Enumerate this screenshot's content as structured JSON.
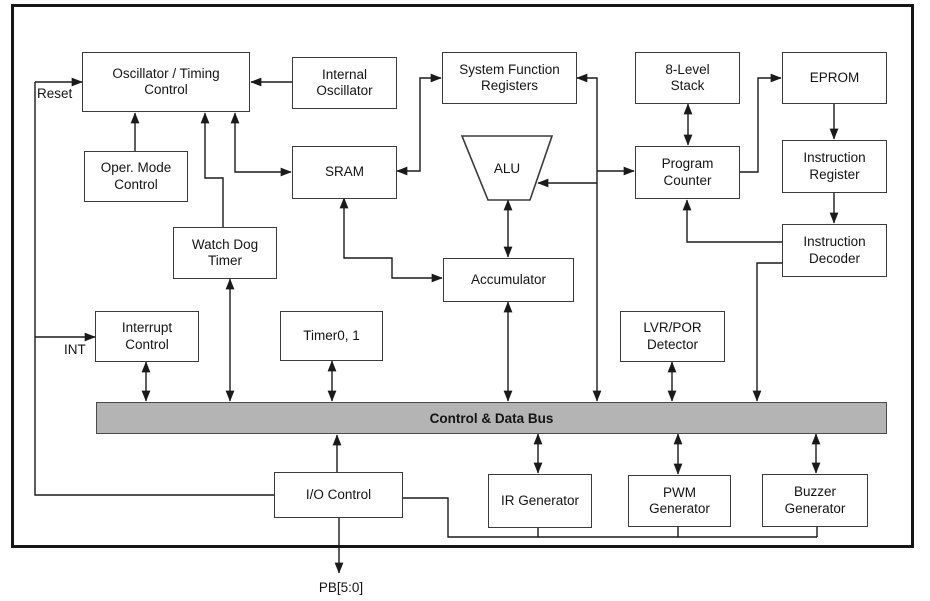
{
  "diagram": {
    "type": "mcu-block-diagram"
  },
  "colors": {
    "background": "#ffffff",
    "line": "#1a1a1a",
    "box_border": "#3a3a3a",
    "bus_fill": "#b4b4b4",
    "text": "#141414"
  },
  "blocks": {
    "oscillator_timing_control": "Oscillator / Timing\nControl",
    "internal_oscillator": "Internal\nOscillator",
    "system_function_registers": "System Function\nRegisters",
    "eight_level_stack": "8-Level\nStack",
    "eprom": "EPROM",
    "oper_mode_control": "Oper. Mode\nControl",
    "sram": "SRAM",
    "alu": "ALU",
    "program_counter": "Program\nCounter",
    "instruction_register": "Instruction\nRegister",
    "watch_dog_timer": "Watch Dog\nTimer",
    "accumulator": "Accumulator",
    "instruction_decoder": "Instruction\nDecoder",
    "interrupt_control": "Interrupt\nControl",
    "timer0_1": "Timer0, 1",
    "lvr_por_detector": "LVR/POR\nDetector",
    "control_data_bus": "Control & Data Bus",
    "io_control": "I/O Control",
    "ir_generator": "IR Generator",
    "pwm_generator": "PWM\nGenerator",
    "buzzer_generator": "Buzzer\nGenerator"
  },
  "pins": {
    "reset": "Reset",
    "int": "INT",
    "pb": "PB[5:0]"
  },
  "connections": [
    {
      "from": "reset-pin",
      "to": "oscillator_timing_control",
      "style": "arrow"
    },
    {
      "from": "internal_oscillator",
      "to": "oscillator_timing_control",
      "style": "arrow"
    },
    {
      "from": "oper_mode_control",
      "to": "oscillator_timing_control",
      "style": "arrow"
    },
    {
      "from": "watch_dog_timer",
      "to": "oscillator_timing_control",
      "style": "arrow"
    },
    {
      "from": "oscillator_timing_control",
      "to": "sram",
      "style": "bidirectional"
    },
    {
      "from": "sram",
      "to": "system_function_registers",
      "style": "bidirectional"
    },
    {
      "from": "sram",
      "to": "accumulator",
      "style": "bidirectional"
    },
    {
      "from": "system_function_registers",
      "to": "control_data_bus",
      "style": "bidirectional-trunk"
    },
    {
      "from": "trunk",
      "to": "program_counter",
      "style": "arrow"
    },
    {
      "from": "trunk",
      "to": "alu",
      "style": "arrow"
    },
    {
      "from": "eight_level_stack",
      "to": "program_counter",
      "style": "bidirectional"
    },
    {
      "from": "program_counter",
      "to": "eprom",
      "style": "arrow"
    },
    {
      "from": "eprom",
      "to": "instruction_register",
      "style": "arrow"
    },
    {
      "from": "instruction_register",
      "to": "instruction_decoder",
      "style": "arrow"
    },
    {
      "from": "instruction_decoder",
      "to": "program_counter",
      "style": "arrow"
    },
    {
      "from": "instruction_decoder",
      "to": "control_data_bus",
      "style": "arrow"
    },
    {
      "from": "alu",
      "to": "accumulator",
      "style": "bidirectional"
    },
    {
      "from": "accumulator",
      "to": "control_data_bus",
      "style": "bidirectional"
    },
    {
      "from": "interrupt_control",
      "to": "control_data_bus",
      "style": "bidirectional"
    },
    {
      "from": "int-pin",
      "to": "interrupt_control",
      "style": "arrow"
    },
    {
      "from": "watch_dog_timer",
      "to": "control_data_bus",
      "style": "bidirectional"
    },
    {
      "from": "timer0_1",
      "to": "control_data_bus",
      "style": "bidirectional"
    },
    {
      "from": "lvr_por_detector",
      "to": "control_data_bus",
      "style": "bidirectional"
    },
    {
      "from": "io_control",
      "to": "control_data_bus",
      "style": "arrow"
    },
    {
      "from": "control_data_bus",
      "to": "ir_generator",
      "style": "bidirectional"
    },
    {
      "from": "control_data_bus",
      "to": "pwm_generator",
      "style": "bidirectional"
    },
    {
      "from": "control_data_bus",
      "to": "buzzer_generator",
      "style": "bidirectional"
    },
    {
      "from": "io_control",
      "to": "pb-pin",
      "style": "arrow"
    },
    {
      "from": "io_control",
      "to": "ir_generator,pwm_generator,buzzer_generator",
      "style": "line"
    },
    {
      "from": "reset-pin",
      "to": "io_control",
      "style": "line"
    }
  ]
}
